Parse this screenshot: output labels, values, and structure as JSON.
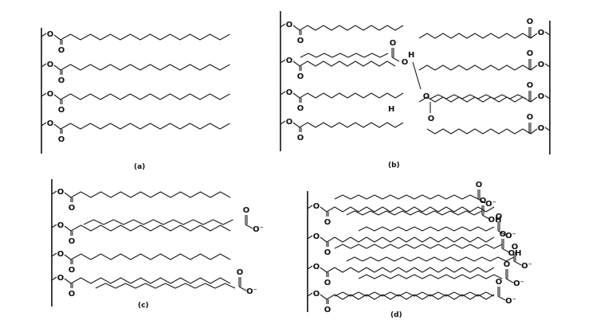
{
  "figure": {
    "panels": [
      {
        "id": "a",
        "caption": "(a)"
      },
      {
        "id": "b",
        "caption": "(b)"
      },
      {
        "id": "c",
        "caption": "(c)"
      },
      {
        "id": "d",
        "caption": "(d)"
      }
    ],
    "atom_labels": {
      "oxygen": "O",
      "hydrogen": "H",
      "oxide_anion": "O⁻",
      "hydroxyl": "OH"
    }
  }
}
